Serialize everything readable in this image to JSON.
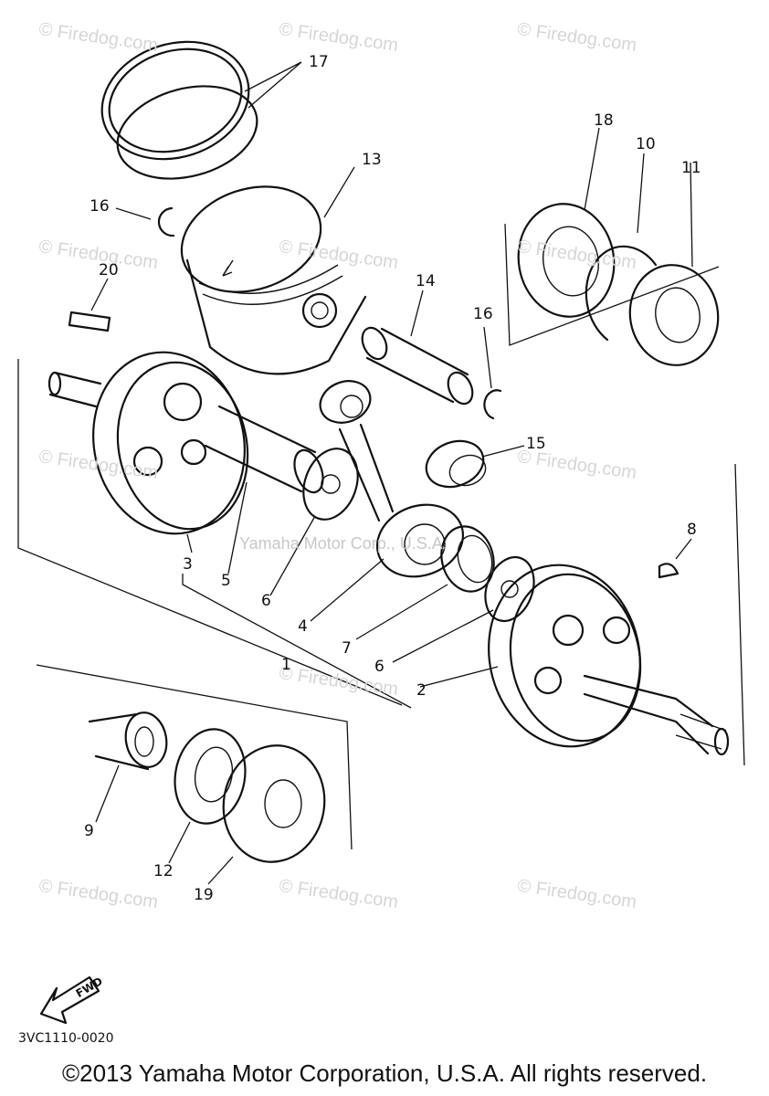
{
  "watermark": {
    "text": "© Firedog.com",
    "center_text": "Yamaha Motor Corp., U.S.A."
  },
  "callouts": {
    "c1": "1",
    "c2": "2",
    "c3": "3",
    "c4": "4",
    "c5": "5",
    "c6a": "6",
    "c6b": "6",
    "c7": "7",
    "c8": "8",
    "c9": "9",
    "c10": "10",
    "c11": "11",
    "c12": "12",
    "c13": "13",
    "c14": "14",
    "c15": "15",
    "c16a": "16",
    "c16b": "16",
    "c17": "17",
    "c18": "18",
    "c19": "19",
    "c20": "20"
  },
  "fwd_label": "FWD",
  "diagram_code": "3VC1110-0020",
  "copyright": "©2013 Yamaha Motor Corporation, U.S.A. All rights reserved."
}
